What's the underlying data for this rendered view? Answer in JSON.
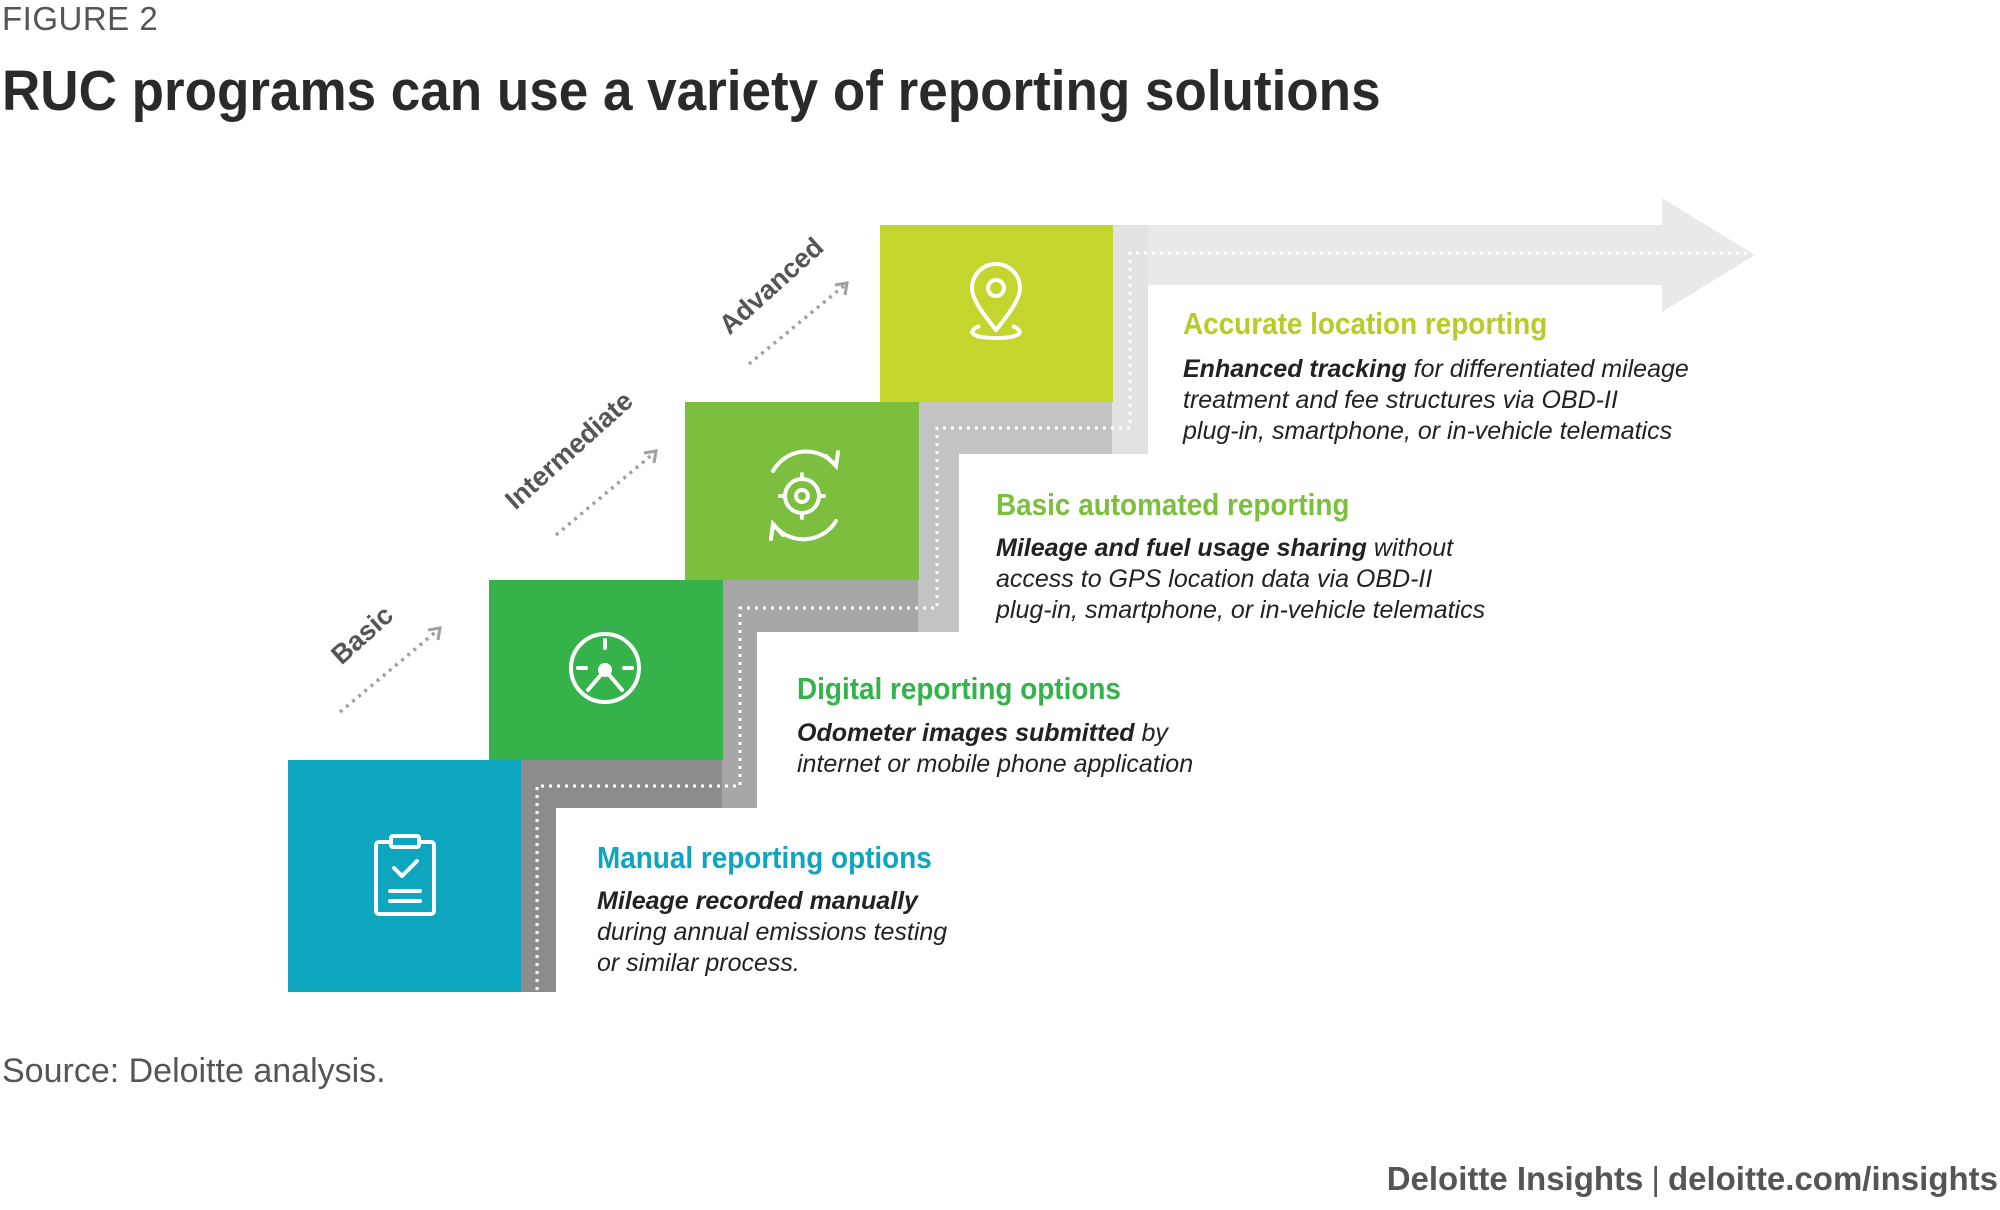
{
  "header": {
    "figure_label": "FIGURE 2",
    "title": "RUC programs can use a variety of reporting solutions"
  },
  "levels": {
    "basic": "Basic",
    "intermediate": "Intermediate",
    "advanced": "Advanced"
  },
  "steps": [
    {
      "icon": "clipboard-check-icon",
      "color": "#0ea5bf",
      "title": "Manual reporting options",
      "desc_bold": "Mileage recorded manually",
      "desc_rest_lines": [
        "during annual emissions testing",
        "or similar process."
      ]
    },
    {
      "icon": "speedometer-icon",
      "color": "#35b24a",
      "title": "Digital reporting options",
      "desc_bold": "Odometer images submitted",
      "desc_rest_first": " by",
      "desc_rest_lines": [
        "internet or mobile phone application"
      ]
    },
    {
      "icon": "gear-sync-icon",
      "color": "#7cbf3f",
      "title": "Basic automated reporting",
      "desc_bold": "Mileage and fuel usage sharing",
      "desc_rest_first": " without",
      "desc_rest_lines": [
        "access to GPS location data via OBD-II",
        "plug-in, smartphone, or in-vehicle telematics"
      ]
    },
    {
      "icon": "location-pin-icon",
      "color": "#c4d62e",
      "title": "Accurate location reporting",
      "desc_bold": "Enhanced tracking",
      "desc_rest_first": " for differentiated mileage",
      "desc_rest_lines": [
        "treatment and fee structures via OBD-II",
        "plug-in, smartphone, or in-vehicle telematics"
      ]
    }
  ],
  "title_colors": {
    "manual": "#0ea5bf",
    "digital": "#35b24a",
    "automated": "#7cbf3f",
    "location": "#b7cc2a"
  },
  "source": "Source: Deloitte analysis.",
  "footer": {
    "brand": "Deloitte Insights",
    "separator": "|",
    "url": "deloitte.com/insights"
  }
}
